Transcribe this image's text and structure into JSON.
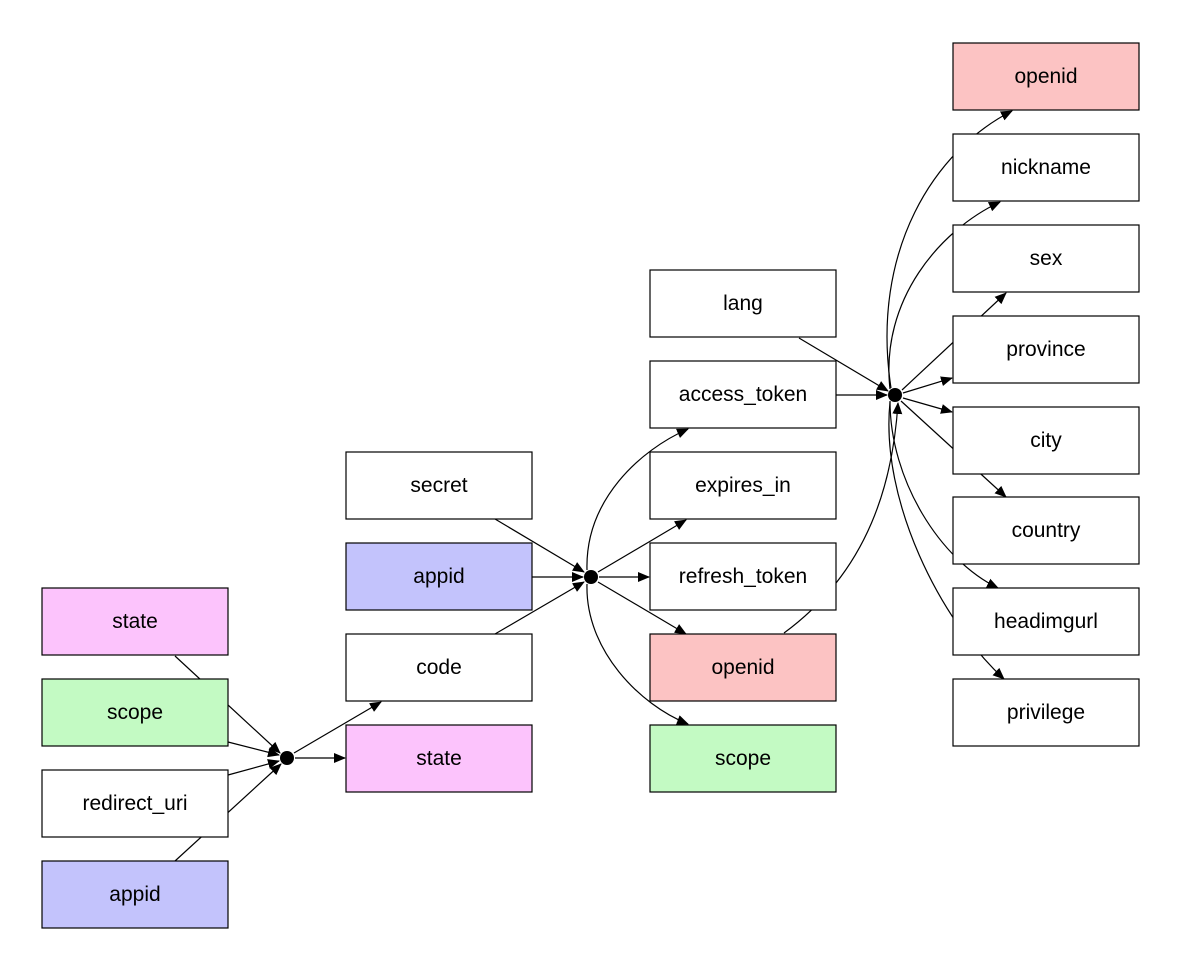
{
  "colors": {
    "pink": "#fcc3fc",
    "green": "#c3fac3",
    "blue": "#c3c3fc",
    "red": "#fcc3c3",
    "white": "#ffffff"
  },
  "nodes": {
    "n1_state": {
      "label": "state",
      "color": "pink"
    },
    "n1_scope": {
      "label": "scope",
      "color": "green"
    },
    "n1_redirect": {
      "label": "redirect_uri",
      "color": "white"
    },
    "n1_appid": {
      "label": "appid",
      "color": "blue"
    },
    "n2_code": {
      "label": "code",
      "color": "white"
    },
    "n2_state": {
      "label": "state",
      "color": "pink"
    },
    "n2_secret": {
      "label": "secret",
      "color": "white"
    },
    "n2_appid": {
      "label": "appid",
      "color": "blue"
    },
    "n3_access_token": {
      "label": "access_token",
      "color": "white"
    },
    "n3_expires_in": {
      "label": "expires_in",
      "color": "white"
    },
    "n3_refresh_token": {
      "label": "refresh_token",
      "color": "white"
    },
    "n3_openid": {
      "label": "openid",
      "color": "red"
    },
    "n3_scope": {
      "label": "scope",
      "color": "green"
    },
    "n3_lang": {
      "label": "lang",
      "color": "white"
    },
    "n4_openid": {
      "label": "openid",
      "color": "red"
    },
    "n4_nickname": {
      "label": "nickname",
      "color": "white"
    },
    "n4_sex": {
      "label": "sex",
      "color": "white"
    },
    "n4_province": {
      "label": "province",
      "color": "white"
    },
    "n4_city": {
      "label": "city",
      "color": "white"
    },
    "n4_country": {
      "label": "country",
      "color": "white"
    },
    "n4_headimgurl": {
      "label": "headimgurl",
      "color": "white"
    },
    "n4_privilege": {
      "label": "privilege",
      "color": "white"
    }
  },
  "hubs": [
    "hub1",
    "hub2",
    "hub3"
  ],
  "edges": [
    {
      "from": "n1_state",
      "to": "hub1"
    },
    {
      "from": "n1_scope",
      "to": "hub1"
    },
    {
      "from": "n1_redirect",
      "to": "hub1"
    },
    {
      "from": "n1_appid",
      "to": "hub1"
    },
    {
      "from": "hub1",
      "to": "n2_code"
    },
    {
      "from": "hub1",
      "to": "n2_state"
    },
    {
      "from": "n2_secret",
      "to": "hub2"
    },
    {
      "from": "n2_appid",
      "to": "hub2"
    },
    {
      "from": "n2_code",
      "to": "hub2"
    },
    {
      "from": "hub2",
      "to": "n3_access_token"
    },
    {
      "from": "hub2",
      "to": "n3_expires_in"
    },
    {
      "from": "hub2",
      "to": "n3_refresh_token"
    },
    {
      "from": "hub2",
      "to": "n3_openid"
    },
    {
      "from": "hub2",
      "to": "n3_scope"
    },
    {
      "from": "n3_lang",
      "to": "hub3"
    },
    {
      "from": "n3_access_token",
      "to": "hub3"
    },
    {
      "from": "n3_openid",
      "to": "hub3"
    },
    {
      "from": "hub3",
      "to": "n4_openid"
    },
    {
      "from": "hub3",
      "to": "n4_nickname"
    },
    {
      "from": "hub3",
      "to": "n4_sex"
    },
    {
      "from": "hub3",
      "to": "n4_province"
    },
    {
      "from": "hub3",
      "to": "n4_city"
    },
    {
      "from": "hub3",
      "to": "n4_country"
    },
    {
      "from": "hub3",
      "to": "n4_headimgurl"
    },
    {
      "from": "hub3",
      "to": "n4_privilege"
    }
  ]
}
